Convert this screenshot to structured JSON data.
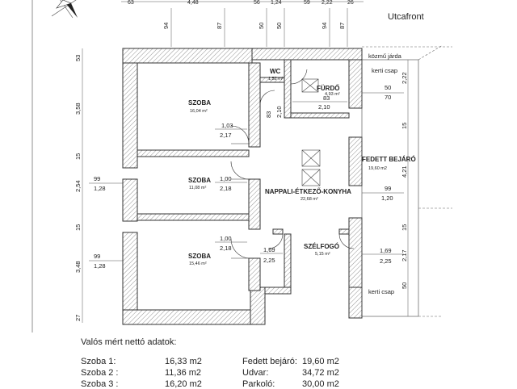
{
  "street_label": "Utcafront",
  "top_dims": [
    "63",
    "4,48",
    "56",
    "1,24",
    "59",
    "2,22",
    "26"
  ],
  "opening_dims": [
    "94",
    "87",
    "50",
    "50",
    "94",
    "87"
  ],
  "left_vdims": [
    "53",
    "3,58",
    "15",
    "2,54",
    "15",
    "3,48",
    "27"
  ],
  "right_vdims": [
    "2,22",
    "15",
    "4,21",
    "15",
    "2,17",
    "50"
  ],
  "outside_labels": {
    "kozmu_jarda": "közmű járda",
    "kerti_csap_top": "kerti csap",
    "kerti_csap_bottom": "kerti csap"
  },
  "rooms": [
    {
      "name": "SZOBA",
      "area": "16,04 m²"
    },
    {
      "name": "SZOBA",
      "area": "11,08 m²"
    },
    {
      "name": "SZOBA",
      "area": "15,46 m²"
    },
    {
      "name": "WC",
      "area": "1,52 m²"
    },
    {
      "name": "FÜRDŐ",
      "area": "4,93 m²"
    },
    {
      "name": "NAPPALI-ÉTKEZŐ-KONYHA",
      "area": "22,68 m²"
    },
    {
      "name": "FEDETT BEJÁRÓ",
      "area": "19,60 m2"
    },
    {
      "name": "SZÉLFOGÓ",
      "area": "5,15 m²"
    }
  ],
  "window_dims": {
    "w1_top": "99",
    "w1_bot": "1,28",
    "w2_top": "99",
    "w2_bot": "1,28",
    "d1_top": "1,03",
    "d1_bot": "2,17",
    "d2_top": "1,00",
    "d2_bot": "2,18",
    "d3_top": "1,00",
    "d3_bot": "2,18",
    "d4_top": "1,69",
    "d4_bot": "2,25",
    "wc_dim": "83",
    "wc_h": "2,10",
    "bath_top": "83",
    "bath_bot": "2,10",
    "r1_top": "50",
    "r1_bot": "70",
    "r2_top": "99",
    "r2_bot": "1,20",
    "r3_top": "1,69",
    "r3_bot": "2,25"
  },
  "table": {
    "heading": "Valós mért nettó adatok:",
    "left": [
      {
        "label": "Szoba 1:",
        "value": "16,33 m2"
      },
      {
        "label": "Szoba 2 :",
        "value": "11,36 m2"
      },
      {
        "label": "Szoba 3 :",
        "value": "16,20 m2"
      }
    ],
    "right": [
      {
        "label": "Fedett bejáró:",
        "value": "19,60 m2"
      },
      {
        "label": "Udvar:",
        "value": "34,72 m2"
      },
      {
        "label": "Parkoló:",
        "value": "30,00 m2"
      }
    ]
  }
}
